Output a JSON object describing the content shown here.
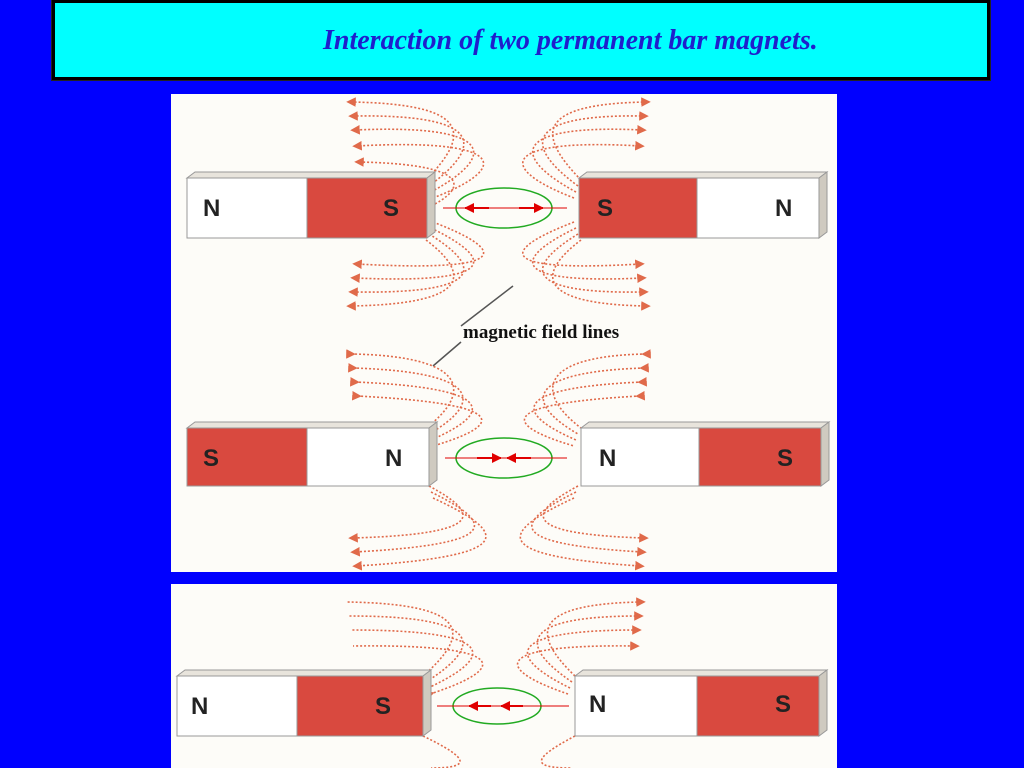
{
  "slide": {
    "title": "Interaction of two permanent bar magnets."
  },
  "colors": {
    "background": "#0000ff",
    "title_box": "#00ffff",
    "title_text": "#1f1fcc",
    "south_pole": "#d9493f",
    "north_pole": "#ffffff",
    "field_lines": "#e06a4a",
    "force_arrow": "#e00000",
    "force_ellipse": "#22aa22"
  },
  "diagram": {
    "callout": "magnetic field lines",
    "pair_1": {
      "left_magnet": {
        "left_pole": "N",
        "right_pole": "S"
      },
      "right_magnet": {
        "left_pole": "S",
        "right_pole": "N"
      },
      "interaction": "repulsion"
    },
    "pair_2": {
      "left_magnet": {
        "left_pole": "S",
        "right_pole": "N"
      },
      "right_magnet": {
        "left_pole": "N",
        "right_pole": "S"
      },
      "interaction": "repulsion"
    },
    "pair_3": {
      "left_magnet": {
        "left_pole": "N",
        "right_pole": "S"
      },
      "right_magnet": {
        "left_pole": "N",
        "right_pole": "S"
      },
      "interaction": "attraction"
    }
  }
}
